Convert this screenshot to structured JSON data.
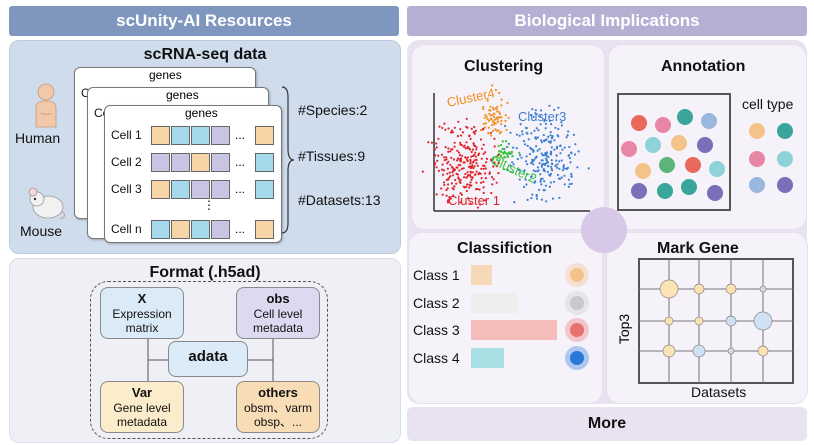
{
  "left": {
    "banner": "scUnity-AI Resources",
    "scrna": {
      "title": "scRNA-seq data",
      "species": [
        "Human",
        "Mouse"
      ],
      "matrix": {
        "header": "genes",
        "rows": [
          "Cell 1",
          "Cell 2",
          "Cell 3",
          "Cell n"
        ],
        "back_cell": "Cell",
        "ellipsis": "...",
        "vdots": "⋮"
      },
      "stats": [
        "#Species:2",
        "#Tissues:9",
        "#Datasets:13"
      ]
    },
    "format": {
      "title": "Format (.h5ad)",
      "center": "adata",
      "x": {
        "name": "X",
        "desc": [
          "Expression",
          "matrix"
        ]
      },
      "obs": {
        "name": "obs",
        "desc": [
          "Cell level",
          "metadata"
        ]
      },
      "var": {
        "name": "Var",
        "desc": [
          "Gene level",
          "metadata"
        ]
      },
      "others": {
        "name": "others",
        "desc": [
          "obsm、varm",
          "obsp、..."
        ]
      }
    }
  },
  "right": {
    "banner": "Biological Implications",
    "clustering": {
      "title": "Clustering",
      "clusters": [
        {
          "label": "Cluster4",
          "color": "#f28e1e"
        },
        {
          "label": "Cluster3",
          "color": "#3b7fd1"
        },
        {
          "label": "Cluster2",
          "color": "#39c43a"
        },
        {
          "label": "Cluster 1",
          "color": "#e0242b"
        }
      ]
    },
    "annotation": {
      "title": "Annotation",
      "legend_title": "cell type",
      "colors": [
        "#e8695a",
        "#3aa59a",
        "#f3c38a",
        "#e886a6",
        "#8fd3d8",
        "#9ab7e0",
        "#7a6fb8",
        "#5db47a"
      ]
    },
    "classification": {
      "title": "Classifiction",
      "classes": [
        {
          "label": "Class 1",
          "value": 0.24,
          "color": "#f7d9b8",
          "dot": "#f3c38a"
        },
        {
          "label": "Class 2",
          "value": 0.55,
          "color": "#eeeeee",
          "dot": "#c9c9c9"
        },
        {
          "label": "Class 3",
          "value": 1.0,
          "color": "#f5bcbc",
          "dot": "#e8736e"
        },
        {
          "label": "Class 4",
          "value": 0.38,
          "color": "#a9e0e3",
          "dot": "#2979d6"
        }
      ]
    },
    "markgene": {
      "title": "Mark Gene",
      "ylabel": "Top3",
      "xlabel": "Datasets"
    },
    "more": "More"
  }
}
